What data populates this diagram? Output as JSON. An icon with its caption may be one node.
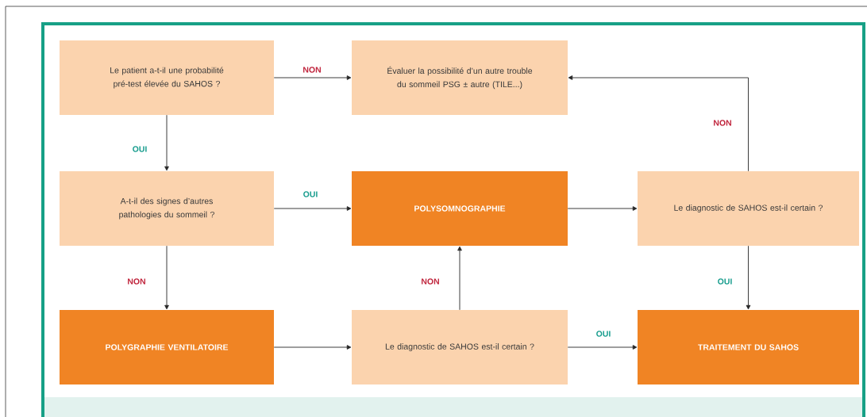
{
  "diagram": {
    "nodes": [
      {
        "text": [
          "Le patient a-t-il une probabilité pré-test élevée du SAHOS ?"
        ]
      },
      {
        "text": [
          "Évaluer la possibilité d’un autre trouble du sommeil PSG ± autre (TILE...)"
        ]
      },
      {
        "text": [
          "A-t-il des signes d’autres pathologies du sommeil ?"
        ]
      },
      {
        "text": [
          "POLYSOMNOGRAPHIE"
        ]
      },
      {
        "text": [
          "Le diagnostic de SAHOS est-il certain ?"
        ]
      },
      {
        "text": [
          "POLYGRAPHIE VENTILATOIRE"
        ]
      },
      {
        "text": [
          "Le diagnostic de SAHOS est-il certain ?"
        ]
      },
      {
        "text": [
          "TRAITEMENT DU SAHOS"
        ]
      }
    ],
    "edges": [
      {
        "from": 0,
        "to": 1,
        "arrow": "to",
        "label": "NON"
      },
      {
        "from": 0,
        "to": 2,
        "arrow": "to",
        "label": "OUI"
      },
      {
        "from": 2,
        "to": 3,
        "arrow": "to",
        "label": "OUI"
      },
      {
        "from": 2,
        "to": 5,
        "arrow": "to",
        "label": "NON"
      },
      {
        "from": 3,
        "to": 4,
        "arrow": "to"
      },
      {
        "from": 4,
        "to": 1,
        "arrow": "to",
        "label": "NON"
      },
      {
        "from": 4,
        "to": 7,
        "arrow": "to",
        "label": "OUI"
      },
      {
        "from": 5,
        "to": 6,
        "arrow": "to"
      },
      {
        "from": 6,
        "to": 3,
        "arrow": "to",
        "label": "NON"
      },
      {
        "from": 6,
        "to": 7,
        "arrow": "to",
        "label": "OUI"
      }
    ]
  }
}
